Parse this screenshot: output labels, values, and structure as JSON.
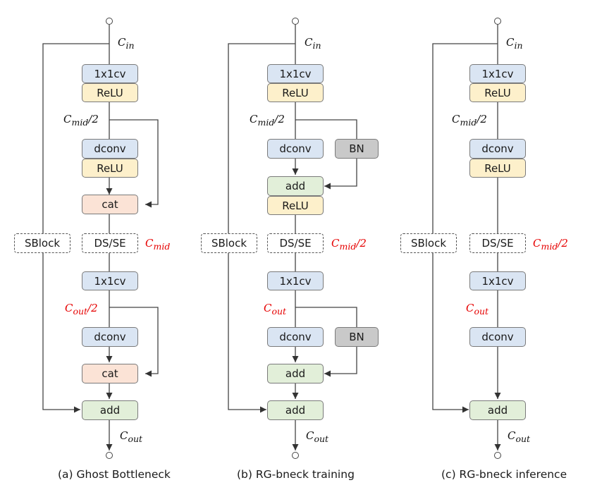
{
  "panels": [
    {
      "c_in": "C",
      "c_in_sub": "in",
      "conv1": "1x1cv",
      "relu1": "ReLU",
      "mid_label": "C",
      "mid_sub": "mid",
      "mid_suffix": "/2",
      "dconv1": "dconv",
      "relu2": "ReLU",
      "cat1": "cat",
      "sblock": "SBlock",
      "dsse": "DS/SE",
      "side_mid": "C",
      "side_mid_sub": "mid",
      "side_mid_suffix": "",
      "conv2": "1x1cv",
      "out_label": "C",
      "out_sub": "out",
      "out_suffix": "/2",
      "dconv2": "dconv",
      "cat2": "cat",
      "add_final": "add",
      "c_out": "C",
      "c_out_sub": "out",
      "caption": "(a) Ghost Bottleneck"
    },
    {
      "c_in": "C",
      "c_in_sub": "in",
      "conv1": "1x1cv",
      "relu1": "ReLU",
      "mid_label": "C",
      "mid_sub": "mid",
      "mid_suffix": "/2",
      "dconv1": "dconv",
      "bn1": "BN",
      "add1": "add",
      "relu2": "ReLU",
      "sblock": "SBlock",
      "dsse": "DS/SE",
      "side_mid": "C",
      "side_mid_sub": "mid",
      "side_mid_suffix": "/2",
      "conv2": "1x1cv",
      "out_label": "C",
      "out_sub": "out",
      "dconv2": "dconv",
      "bn2": "BN",
      "add2": "add",
      "add_final": "add",
      "c_out": "C",
      "c_out_sub": "out",
      "caption": "(b) RG-bneck training"
    },
    {
      "c_in": "C",
      "c_in_sub": "in",
      "conv1": "1x1cv",
      "relu1": "ReLU",
      "mid_label": "C",
      "mid_sub": "mid",
      "mid_suffix": "/2",
      "dconv1": "dconv",
      "relu2": "ReLU",
      "sblock": "SBlock",
      "dsse": "DS/SE",
      "side_mid": "C",
      "side_mid_sub": "mid",
      "side_mid_suffix": "/2",
      "conv2": "1x1cv",
      "out_label": "C",
      "out_sub": "out",
      "dconv2": "dconv",
      "add_final": "add",
      "c_out": "C",
      "c_out_sub": "out",
      "caption": "(c) RG-bneck inference"
    }
  ],
  "colors": {
    "conv": "#dae5f3",
    "relu": "#fdf0cb",
    "cat": "#fbe3d6",
    "add": "#e2efd9",
    "bn": "#c9c9c9",
    "highlight_text": "#e60000"
  }
}
